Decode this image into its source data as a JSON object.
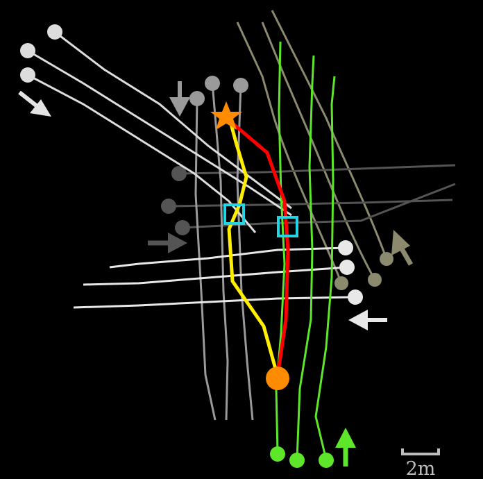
{
  "background": "#000000",
  "scale_bar": {
    "label": "2m",
    "color": "#bdbdbd"
  },
  "groups": [
    {
      "id": "white-west",
      "color": "#e3e3e3",
      "arrow": "down-right"
    },
    {
      "id": "gray-south",
      "color": "#9a9a9a",
      "arrow": "down"
    },
    {
      "id": "darkgray-east",
      "color": "#545454",
      "arrow": "right"
    },
    {
      "id": "white-east",
      "color": "#e8e8e8",
      "arrow": "left"
    },
    {
      "id": "khaki-north",
      "color": "#8c8a6e",
      "arrow": "up-left"
    },
    {
      "id": "green-north",
      "color": "#5ee62b",
      "arrow": "up"
    }
  ],
  "ego": {
    "start_marker": "orange-circle",
    "goal_marker": "orange-star",
    "marker_color": "#ff8c00",
    "path_a_color": "#ffee00",
    "path_b_color": "#ff0000",
    "conflict_marker_color": "#22d4e4"
  }
}
